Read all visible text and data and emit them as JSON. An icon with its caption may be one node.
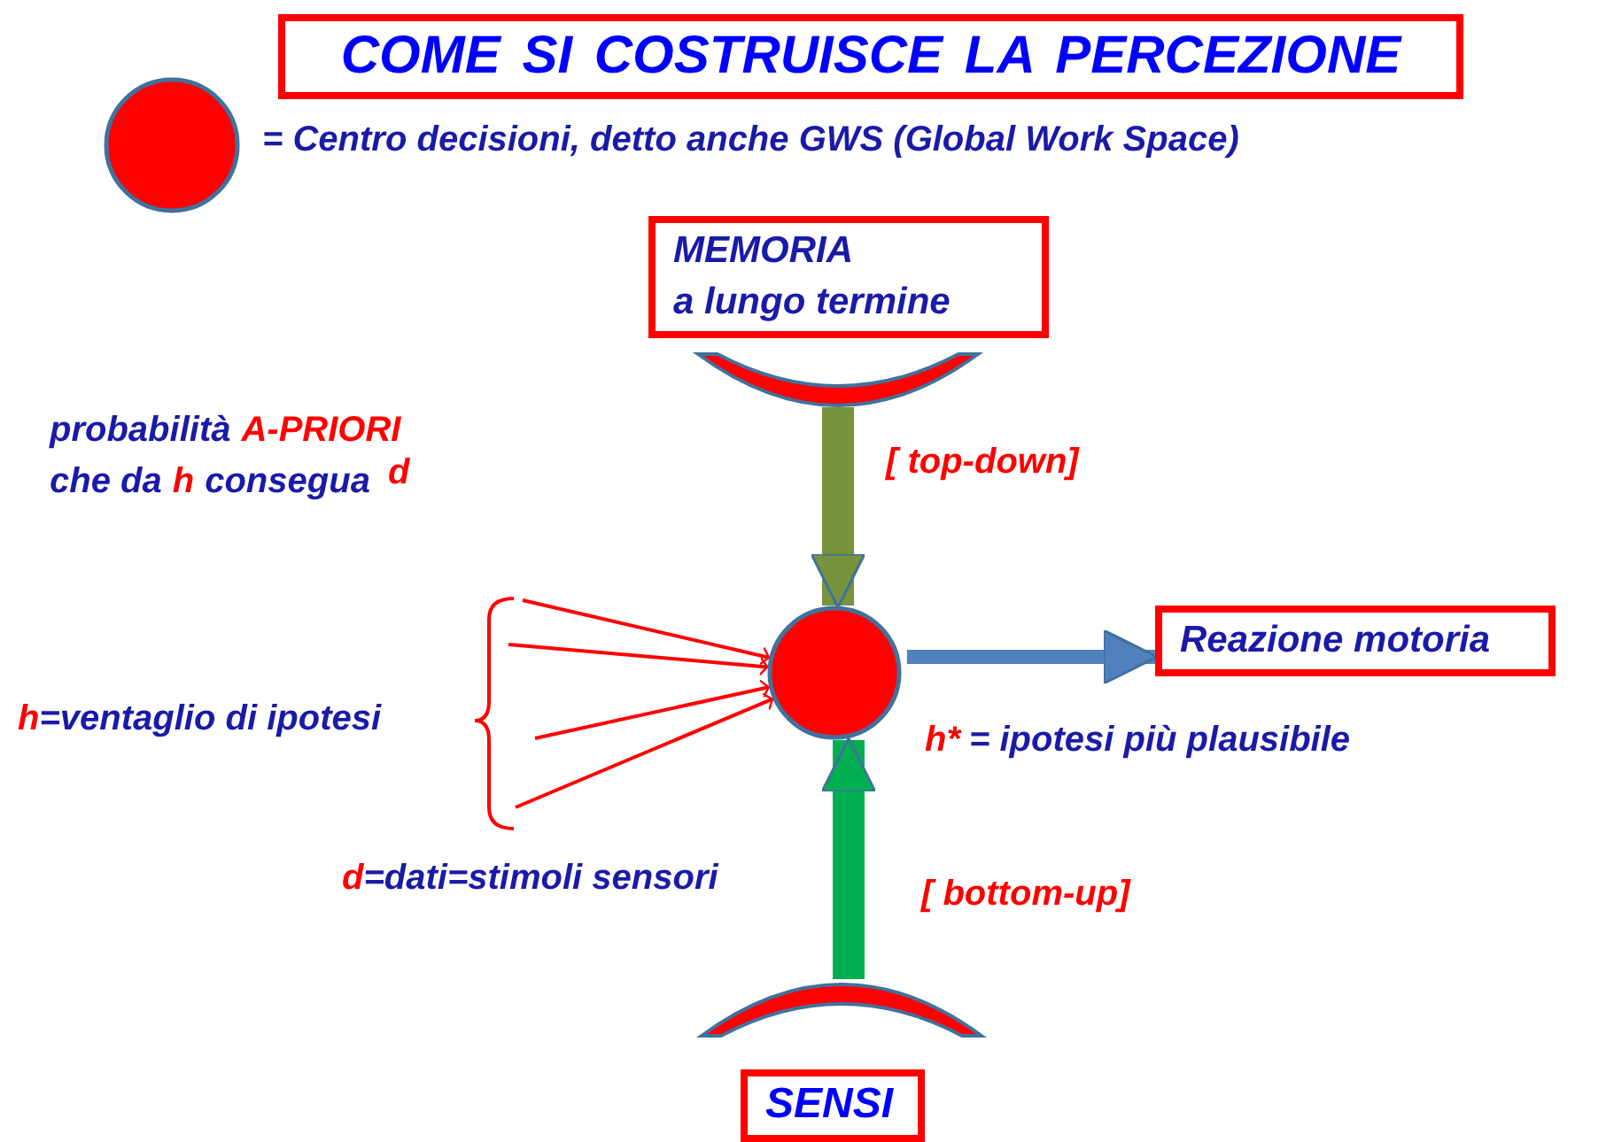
{
  "diagram": {
    "title": "COME SI COSTRUISCE LA PERCEZIONE",
    "nodes": [
      {
        "text": [
          "MEMORIA",
          "a lungo termine"
        ]
      },
      {
        "text": [],
        "shape": "arc"
      },
      {
        "text": [],
        "shape": "circle"
      },
      {
        "text": [
          "Reazione motoria"
        ]
      },
      {
        "text": [],
        "shape": "arc"
      },
      {
        "text": [
          "SENSI"
        ]
      },
      {
        "text": [],
        "shape": "bracket"
      }
    ],
    "edges": [
      {
        "from": 1,
        "to": 2,
        "arrow": "to",
        "label": "[ top-down]",
        "style": "thick",
        "color": "#77933c"
      },
      {
        "from": 2,
        "to": 3,
        "arrow": "to",
        "style": "thick",
        "color": "#4f81bd"
      },
      {
        "from": 4,
        "to": 2,
        "arrow": "to",
        "label": "[ bottom-up]",
        "style": "thick",
        "color": "#00b050"
      },
      {
        "from": 6,
        "to": 2,
        "arrow": "to"
      },
      {
        "from": 6,
        "to": 2,
        "arrow": "to"
      },
      {
        "from": 6,
        "to": 2,
        "arrow": "to"
      },
      {
        "from": 6,
        "to": 2,
        "arrow": "to"
      }
    ],
    "labels": [
      "probabilità",
      "A-PRIORI",
      "che da",
      "h",
      "consegua",
      "d",
      "h",
      "=ventaglio di ipotesi",
      "h*",
      "= ipotesi più plausibile",
      "d",
      "=dati=stimoli sensori"
    ],
    "legend": [
      {
        "text": "= Centro decisioni, detto anche GWS (Global Work Space)",
        "color": "#ff0000"
      }
    ]
  }
}
